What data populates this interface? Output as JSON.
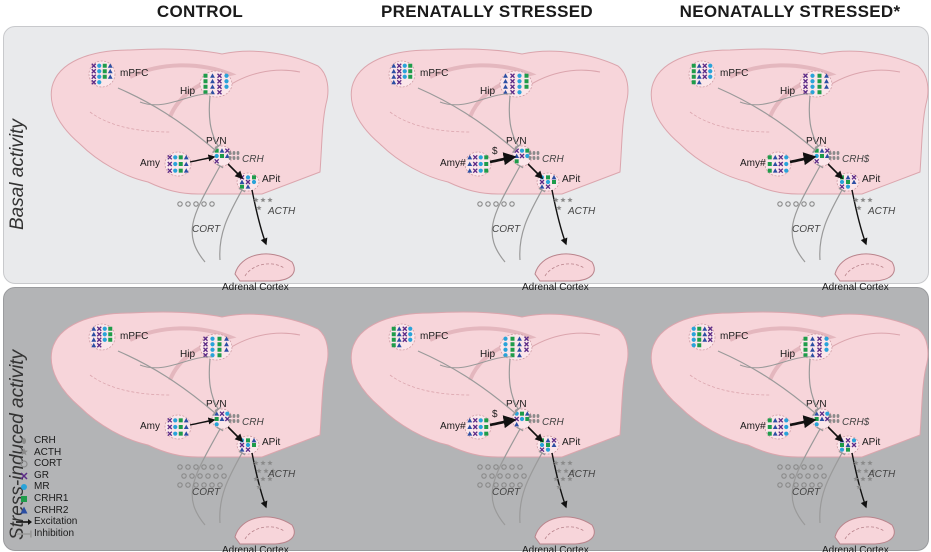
{
  "columns": [
    {
      "id": "control",
      "title": "CONTROL",
      "amy_mark": "",
      "amy_pvn_mark": "",
      "crh_mark": "",
      "thick_amy": false
    },
    {
      "id": "prenatal",
      "title": "PRENATALLY STRESSED",
      "amy_mark": "#",
      "amy_pvn_mark": "$",
      "crh_mark": "",
      "thick_amy": true
    },
    {
      "id": "neonatal",
      "title": "NEONATALLY STRESSED*",
      "amy_mark": "#",
      "amy_pvn_mark": "",
      "crh_mark": "$",
      "thick_amy": true
    }
  ],
  "rows": [
    {
      "id": "basal",
      "label": "Basal activity",
      "cort_count": 5,
      "acth_count": 4
    },
    {
      "id": "stress",
      "label": "Stress-induced activity",
      "cort_count": 18,
      "acth_count": 10
    }
  ],
  "region_labels": {
    "mpfc": "mPFC",
    "hip": "Hip",
    "amy": "Amy",
    "pvn": "PVN",
    "crh": "CRH",
    "apit": "APit",
    "acth": "ACTH",
    "cort": "CORT",
    "adrenal": "Adrenal Cortex"
  },
  "legend": [
    {
      "symbol": "crh",
      "label": "CRH"
    },
    {
      "symbol": "acth",
      "label": "ACTH"
    },
    {
      "symbol": "cort",
      "label": "CORT"
    },
    {
      "symbol": "gr",
      "label": "GR"
    },
    {
      "symbol": "mr",
      "label": "MR"
    },
    {
      "symbol": "crhr1",
      "label": "CRHR1"
    },
    {
      "symbol": "crhr2",
      "label": "CRHR2"
    },
    {
      "symbol": "excitation",
      "label": "Excitation"
    },
    {
      "symbol": "inhibition",
      "label": "Inhibition"
    }
  ],
  "colors": {
    "brain_fill": "#f7d5da",
    "brain_stroke": "#dba5ad",
    "gr": "#5b2a86",
    "mr": "#29a3d9",
    "crhr1": "#1e9c4a",
    "crhr2": "#2b4ea3",
    "hormone": "#8a8a8a",
    "excitation": "#111111",
    "inhibition": "#9a9a9a"
  }
}
